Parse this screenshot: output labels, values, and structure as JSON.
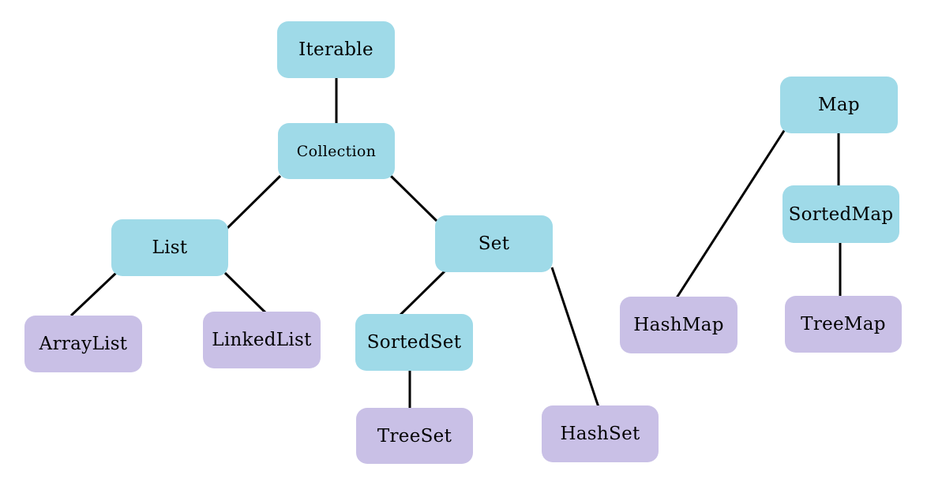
{
  "nodes": {
    "iterable": "Iterable",
    "collection": "Collection",
    "list": "List",
    "set": "Set",
    "arraylist": "ArrayList",
    "linkedlist": "LinkedList",
    "sortedset": "SortedSet",
    "treeset": "TreeSet",
    "hashset": "HashSet",
    "map": "Map",
    "sortedmap": "SortedMap",
    "hashmap": "HashMap",
    "treemap": "TreeMap"
  },
  "colors": {
    "interface": "#9fdae8",
    "implementation": "#c9c0e6",
    "edge": "#000000"
  }
}
